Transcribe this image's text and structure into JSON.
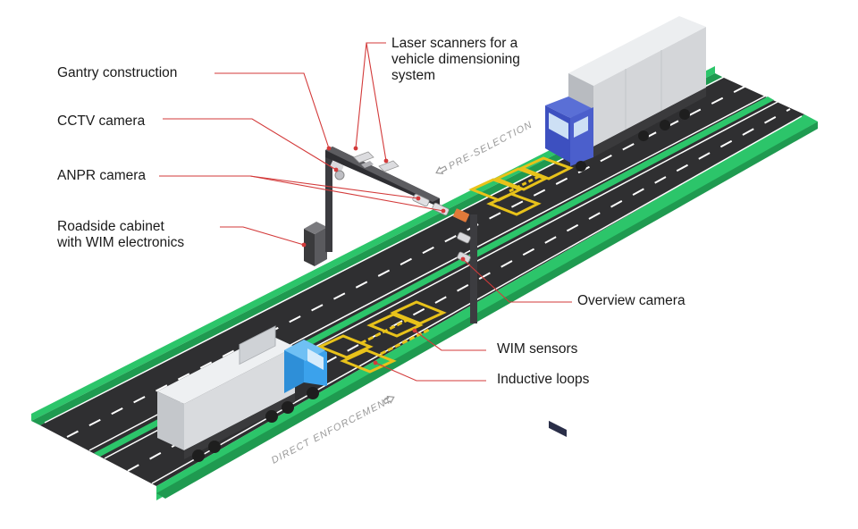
{
  "labels": {
    "gantry": "Gantry construction",
    "cctv": "CCTV camera",
    "anpr": "ANPR camera",
    "cabinet": "Roadside cabinet\nwith WIM electronics",
    "laser": "Laser scanners for a\nvehicle dimensioning\nsystem",
    "overview": "Overview camera",
    "wim": "WIM sensors",
    "loops": "Inductive loops"
  },
  "directions": {
    "pre_selection": "PRE-SELECTION",
    "direct_enforcement": "DIRECT ENFORCEMENT"
  },
  "icons": {
    "pre_selection_arrow": "arrow-left-outline-icon",
    "direct_enforcement_arrow": "arrow-right-outline-icon"
  },
  "colors": {
    "grass": "#2cc56a",
    "asphalt": "#2f2f31",
    "lane_marking": "#ffffff",
    "sensor_yellow": "#e8c21a",
    "leader_line": "#d33a3a",
    "truck_cab_front": "#4357c8",
    "truck_cab_rear": "#3a9be0"
  }
}
